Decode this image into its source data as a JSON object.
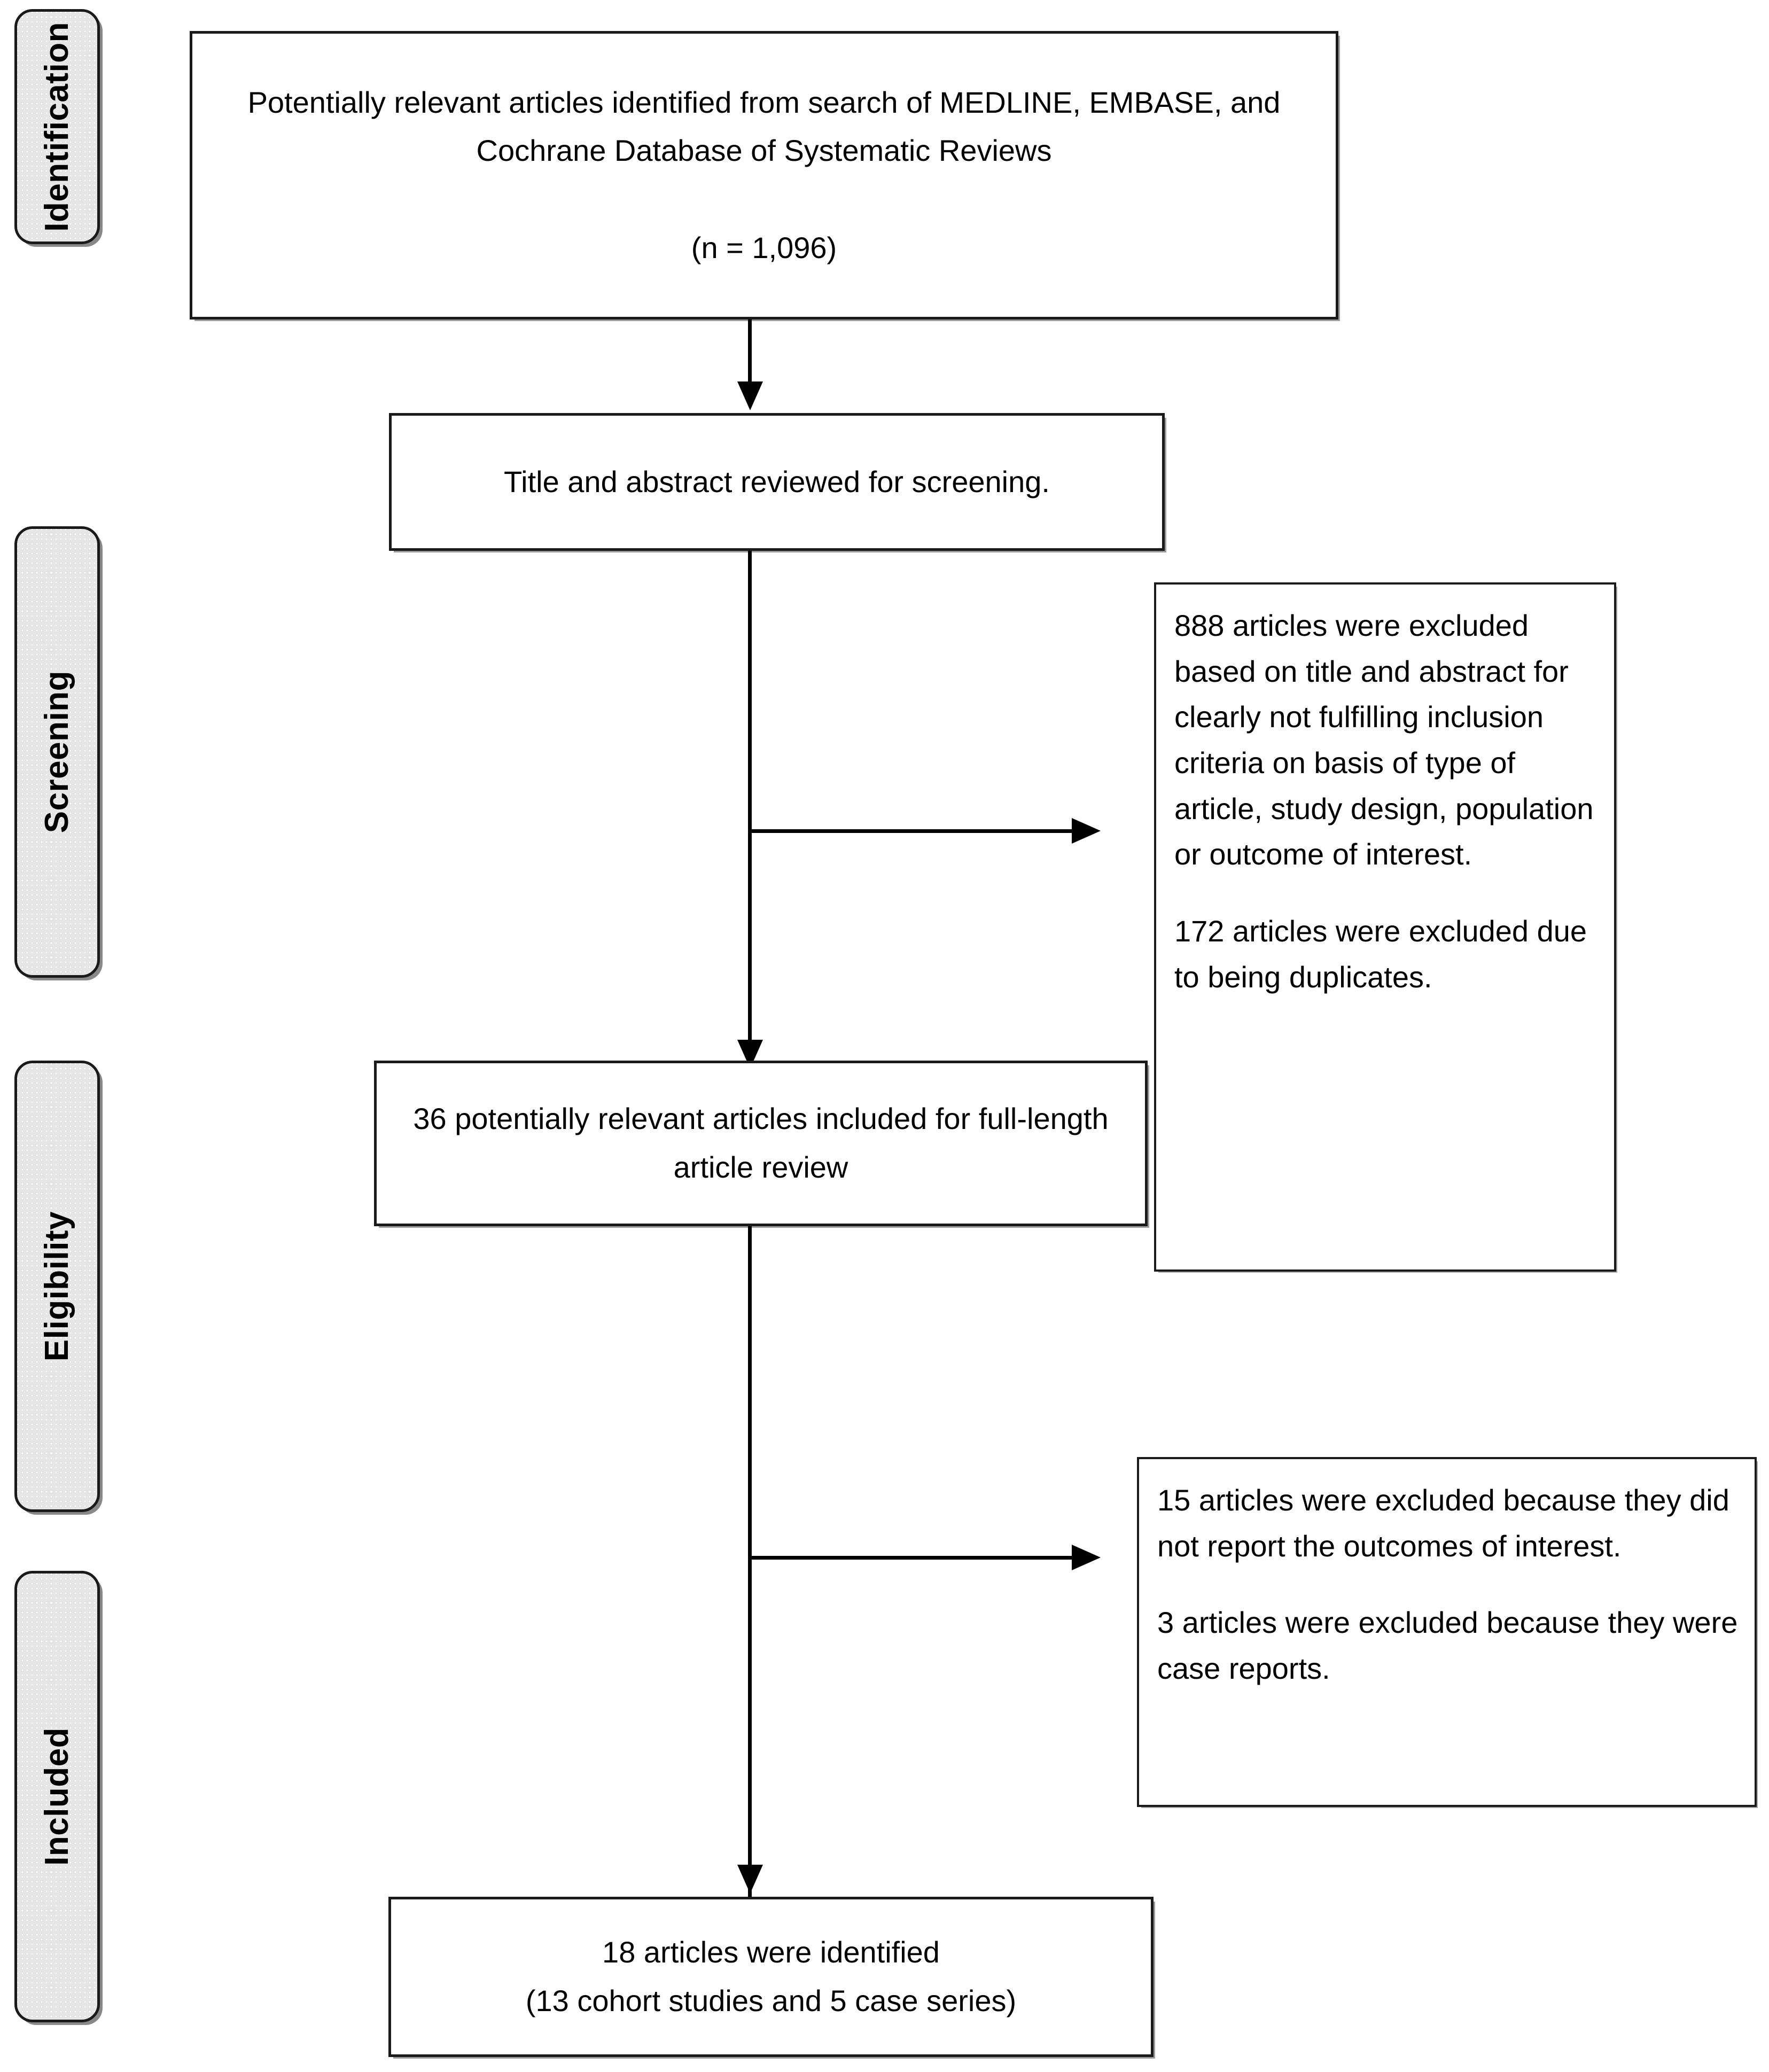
{
  "diagram": {
    "type": "prisma-flow-diagram",
    "title": "PRISMA study selection flow diagram"
  },
  "stages": [
    {
      "id": "identification",
      "label": "Identification"
    },
    {
      "id": "screening",
      "label": "Screening"
    },
    {
      "id": "eligibility",
      "label": "Eligibility"
    },
    {
      "id": "included",
      "label": "Included"
    }
  ],
  "boxes": {
    "records_identified": {
      "text": "Potentially relevant articles identified from search of MEDLINE, EMBASE, and Cochrane Database of Systematic Reviews\n\n(n = 1,096)",
      "count": 1096
    },
    "screening": {
      "text": "Title and abstract reviewed for screening."
    },
    "full_text": {
      "text": "36 potentially relevant articles included for full-length article review",
      "count": 36
    },
    "final": {
      "text": "18 articles were identified\n(13 cohort studies and 5 case series)",
      "count": 18,
      "cohort_studies": 13,
      "case_series": 5
    }
  },
  "exclusions": {
    "screening_stage": {
      "reason_1": "888 articles were excluded based on title and abstract for clearly not fulfilling inclusion criteria on basis of type of article, study design, population or outcome of interest.",
      "reason_2": "172 articles were excluded due to being duplicates.",
      "count_1": 888,
      "count_2": 172
    },
    "eligibility_stage": {
      "reason_1": "15 articles were excluded because they did not report the outcomes of interest.",
      "reason_2": "3 articles were excluded because they were case reports.",
      "count_1": 15,
      "count_2": 3
    }
  },
  "colors": {
    "line": "#000000",
    "box_border": "#1a1a1a",
    "pill_fill": "#e6e6e6",
    "background": "#ffffff"
  }
}
